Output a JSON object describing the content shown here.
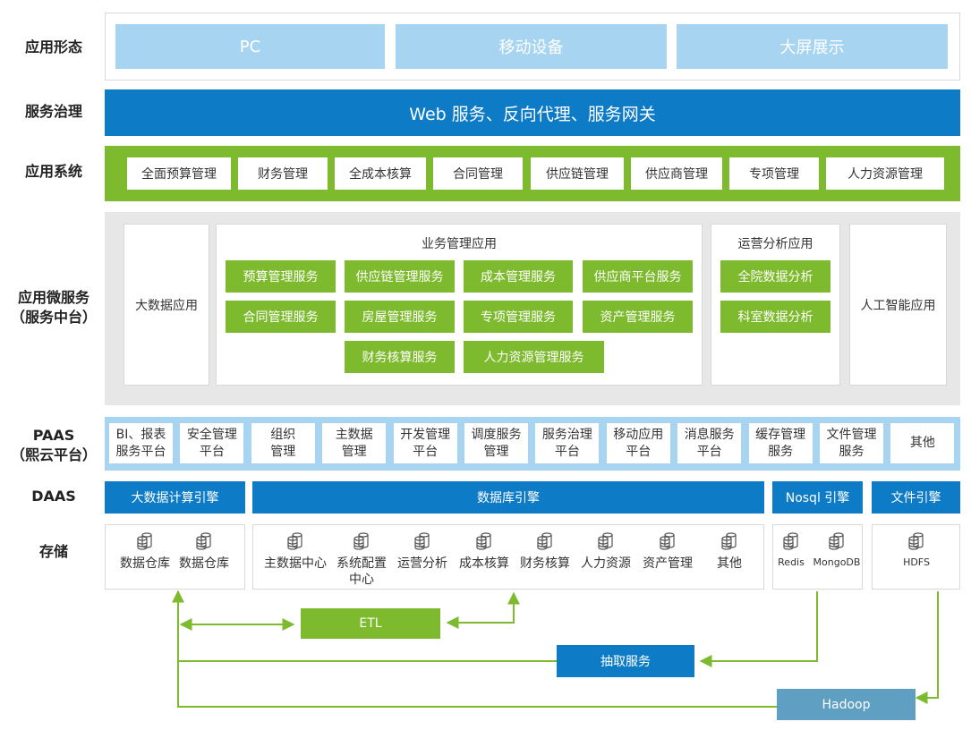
{
  "rows": {
    "app_form": "应用形态",
    "governance": "服务治理",
    "app_system": "应用系统",
    "micro_l1": "应用微服务",
    "micro_l2": "（服务中台）",
    "paas_l1": "PAAS",
    "paas_l2": "（熙云平台）",
    "daas": "DAAS",
    "storage": "存储"
  },
  "app_form": [
    "PC",
    "移动设备",
    "大屏展示"
  ],
  "governance": "Web 服务、反向代理、服务网关",
  "app_system": [
    "全面预算管理",
    "财务管理",
    "全成本核算",
    "合同管理",
    "供应链管理",
    "供应商管理",
    "专项管理",
    "人力资源管理"
  ],
  "micro": {
    "bigdata": "大数据应用",
    "business": {
      "title": "业务管理应用",
      "services": [
        "预算管理服务",
        "供应链管理服务",
        "成本管理服务",
        "供应商平台服务",
        "合同管理服务",
        "房屋管理服务",
        "专项管理服务",
        "资产管理服务",
        "财务核算服务",
        "人力资源管理服务"
      ]
    },
    "ops": {
      "title": "运营分析应用",
      "services": [
        "全院数据分析",
        "科室数据分析"
      ]
    },
    "ai": "人工智能应用"
  },
  "paas": [
    [
      "BI、报表",
      "服务平台"
    ],
    [
      "安全管理",
      "平台"
    ],
    [
      "组织",
      "管理"
    ],
    [
      "主数据",
      "管理"
    ],
    [
      "开发管理",
      "平台"
    ],
    [
      "调度服务",
      "管理"
    ],
    [
      "服务治理",
      "平台"
    ],
    [
      "移动应用",
      "平台"
    ],
    [
      "消息服务",
      "平台"
    ],
    [
      "缓存管理",
      "服务"
    ],
    [
      "文件管理",
      "服务"
    ],
    [
      "其他",
      ""
    ]
  ],
  "daas": [
    "大数据计算引擎",
    "数据库引擎",
    "Nosql 引擎",
    "文件引擎"
  ],
  "storage": {
    "warehouse": [
      "数据仓库",
      "数据仓库"
    ],
    "database": [
      [
        "主数据中心",
        ""
      ],
      [
        "系统配置",
        "中心"
      ],
      [
        "运营分析",
        ""
      ],
      [
        "成本核算",
        ""
      ],
      [
        "财务核算",
        ""
      ],
      [
        "人力资源",
        ""
      ],
      [
        "资产管理",
        ""
      ],
      [
        "其他",
        ""
      ]
    ],
    "nosql": [
      "Redis",
      "MongoDB"
    ],
    "file": [
      "HDFS"
    ]
  },
  "flow": {
    "etl": "ETL",
    "extract": "抽取服务",
    "hadoop": "Hadoop"
  },
  "colors": {
    "light_blue": "#a7d5f1",
    "blue": "#0e7bc7",
    "green": "#7dba2d",
    "gray_panel": "#e7e7e7",
    "hadoop": "#5e9fc2"
  }
}
